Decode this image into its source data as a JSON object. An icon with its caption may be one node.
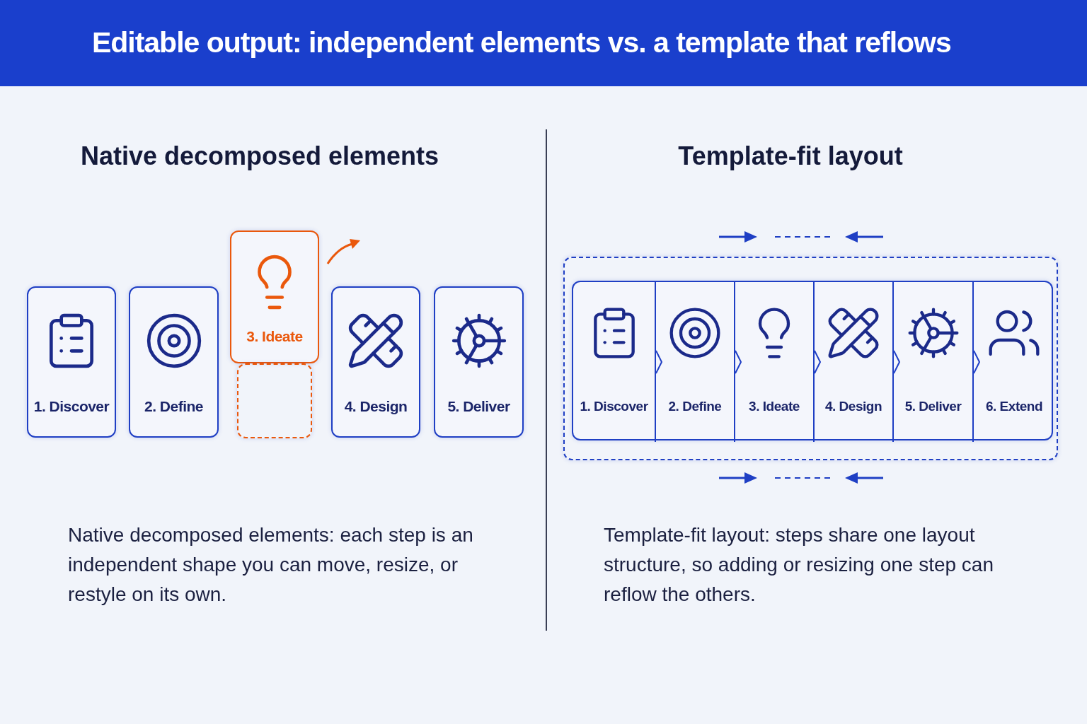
{
  "diagram": {
    "title": "Editable output: independent elements vs. a template that reflows",
    "nodes": [
      {
        "text": [
          "1. Discover"
        ]
      },
      {
        "text": [
          "2. Define"
        ]
      },
      {
        "text": [
          "3. Ideate"
        ]
      },
      {
        "text": [
          "4. Design"
        ]
      },
      {
        "text": [
          "5. Deliver"
        ]
      },
      {
        "text": [],
        "shape": "box"
      },
      {
        "text": [],
        "shape": "box"
      },
      {
        "text": [],
        "shape": "box",
        "in": 6
      },
      {
        "text": [
          "1. Discover"
        ],
        "in": 7
      },
      {
        "text": [
          "2. Define"
        ],
        "in": 7
      },
      {
        "text": [
          "3. Ideate"
        ],
        "in": 7
      },
      {
        "text": [
          "4. Design"
        ],
        "in": 7
      },
      {
        "text": [
          "5. Deliver"
        ],
        "in": 7
      },
      {
        "text": [
          "6. Extend"
        ],
        "in": 7
      }
    ],
    "labels": [
      "Native decomposed elements",
      "Template-fit layout",
      "Native decomposed elements: each step is an independent shape you can move, resize, or restyle on its own.",
      "Template-fit layout: steps share one layout structure, so adding or resizing one step can reflow the others."
    ]
  }
}
